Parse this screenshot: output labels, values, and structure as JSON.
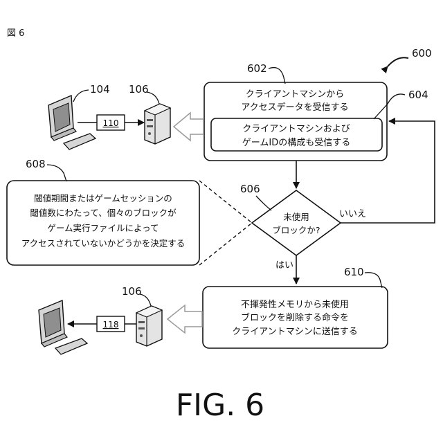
{
  "figure_label": "図 6",
  "figure_caption": "FIG. 6",
  "ref_600": "600",
  "ref_602": "602",
  "ref_604": "604",
  "ref_606": "606",
  "ref_608": "608",
  "ref_610": "610",
  "ref_104": "104",
  "ref_106_top": "106",
  "ref_106_bottom": "106",
  "label_110": "110",
  "label_118": "118",
  "box_602": {
    "line1": "クライアントマシンから",
    "line2": "アクセスデータを受信する"
  },
  "box_604": {
    "line1": "クライアントマシンおよび",
    "line2": "ゲームIDの構成も受信する"
  },
  "decision_606": {
    "line1": "未使用",
    "line2": "ブロックか?"
  },
  "note_608": {
    "line1": "閾値期間またはゲームセッションの",
    "line2": "閾値数にわたって、個々のブロックが",
    "line3": "ゲーム実行ファイルによって",
    "line4": "アクセスされていないかどうかを決定する"
  },
  "box_610": {
    "line1": "不揮発性メモリから未使用",
    "line2": "ブロックを削除する命令を",
    "line3": "クライアントマシンに送信する"
  },
  "label_no": "いいえ",
  "label_yes": "はい"
}
